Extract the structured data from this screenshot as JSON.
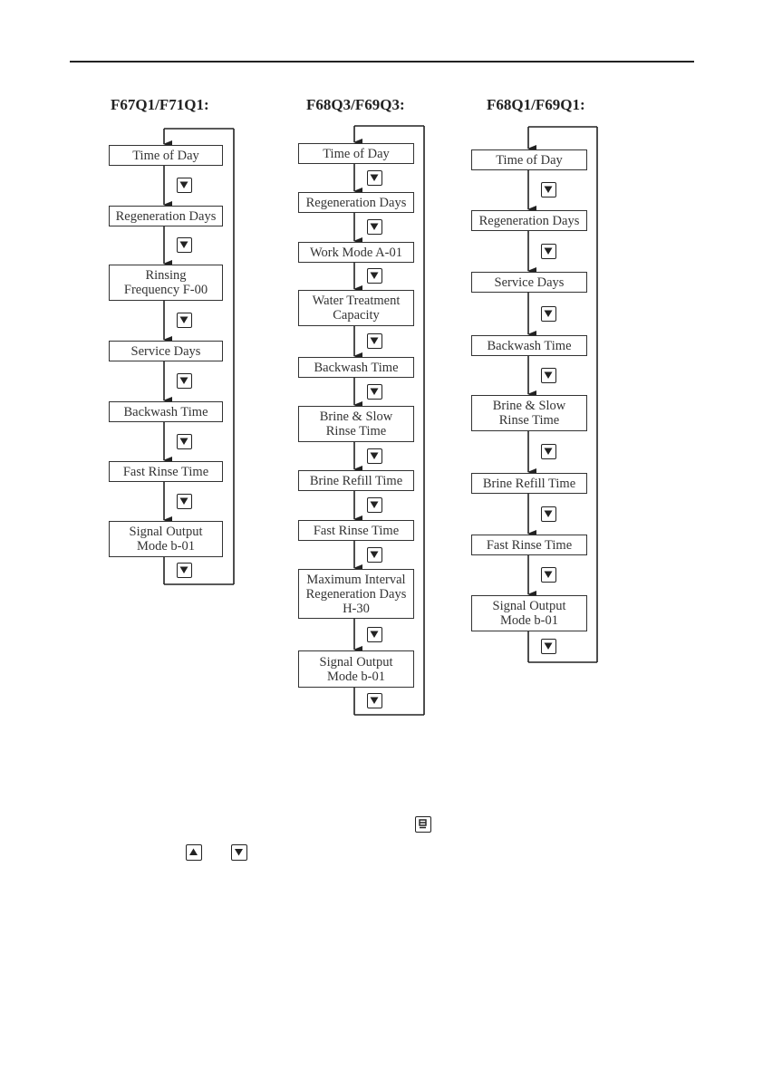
{
  "columns": [
    {
      "title": "F67Q1/F71Q1:",
      "steps": [
        "Time of Day",
        "Regeneration Days",
        "Rinsing\nFrequency F-00",
        "Service Days",
        "Backwash Time",
        "Fast Rinse Time",
        "Signal Output\nMode b-01"
      ]
    },
    {
      "title": "F68Q3/F69Q3:",
      "steps": [
        "Time of Day",
        "Regeneration Days",
        "Work Mode A-01",
        "Water Treatment\nCapacity",
        "Backwash Time",
        "Brine & Slow\nRinse Time",
        "Brine Refill Time",
        "Fast Rinse Time",
        "Maximum Interval\nRegeneration Days\nH-30",
        "Signal Output\nMode b-01"
      ]
    },
    {
      "title": "F68Q1/F69Q1:",
      "steps": [
        "Time of Day",
        "Regeneration Days",
        "Service Days",
        "Backwash Time",
        "Brine & Slow\nRinse Time",
        "Brine Refill Time",
        "Fast Rinse Time",
        "Signal Output\nMode b-01"
      ]
    }
  ],
  "icons": {
    "step_button": "down-button-icon",
    "legend_buttons": [
      "set-button-icon",
      "up-button-icon",
      "down-button-icon"
    ]
  }
}
